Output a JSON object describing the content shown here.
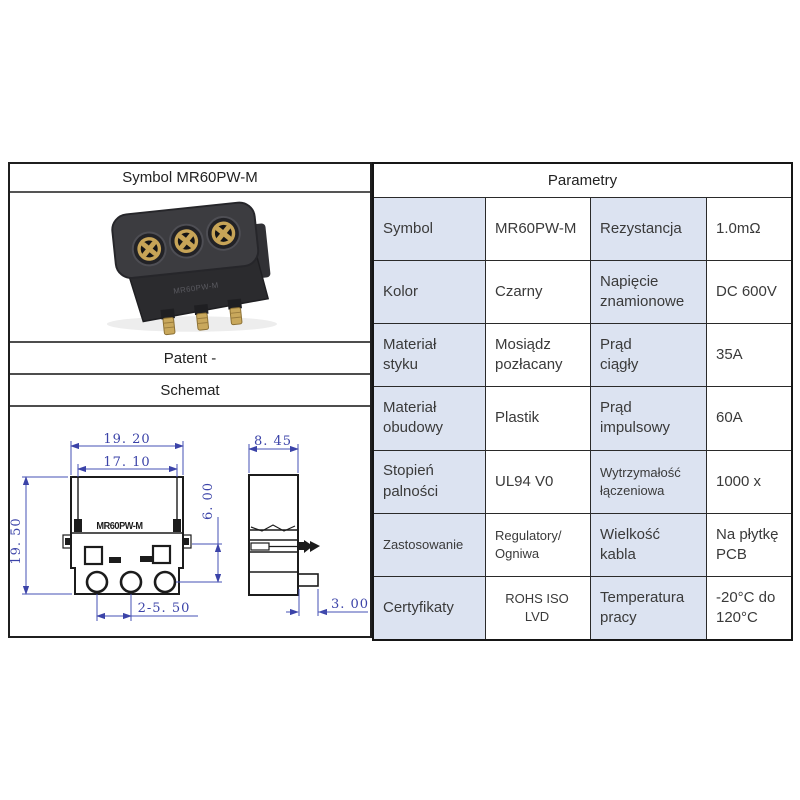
{
  "page": {
    "background_color": "#ffffff"
  },
  "product_card": {
    "header": "Symbol MR60PW-M",
    "patent": "Patent -",
    "schemat": "Schemat",
    "photo_stamp": "MR60PW-M",
    "drawing": {
      "part_label": "MR60PW-M",
      "dim_outer_width": "19. 20",
      "dim_inner_width": "17. 10",
      "dim_height": "19. 50",
      "dim_pin_depth": "6. 00",
      "dim_pin_pitch": "2-5. 50",
      "dim_side_width": "8. 45",
      "dim_tab_length": "3. 00",
      "dimension_color": "#3b43a8",
      "outline_color": "#1c1c1c"
    }
  },
  "parameters": {
    "title": "Parametry",
    "label_bg_color": "#dce3f1",
    "rows": [
      {
        "label1": "Symbol",
        "value1": "MR60PW-M",
        "label2": "Rezystancja",
        "value2": "1.0mΩ"
      },
      {
        "label1": "Kolor",
        "value1": "Czarny",
        "label2": "Napięcie\nznamionowe",
        "value2": "DC 600V"
      },
      {
        "label1": "Materiał\nstyku",
        "value1": "Mosiądz\npozłacany",
        "label2": "Prąd\nciągły",
        "value2": "35A"
      },
      {
        "label1": "Materiał\nobudowy",
        "value1": "Plastik",
        "label2": "Prąd\nimpulsowy",
        "value2": "60A"
      },
      {
        "label1": "Stopień\npalności",
        "value1": "UL94 V0",
        "label2": "Wytrzymałość\nłączeniowa",
        "value2": "1000 x"
      },
      {
        "label1": "Zastosowanie",
        "value1": "Regulatory/\nOgniwa",
        "label2": "Wielkość\nkabla",
        "value2": "Na płytkę\nPCB"
      },
      {
        "label1": "Certyfikaty",
        "value1": "ROHS ISO\nLVD",
        "label2": "Temperatura\npracy",
        "value2": "-20°C do\n120°C"
      }
    ]
  }
}
